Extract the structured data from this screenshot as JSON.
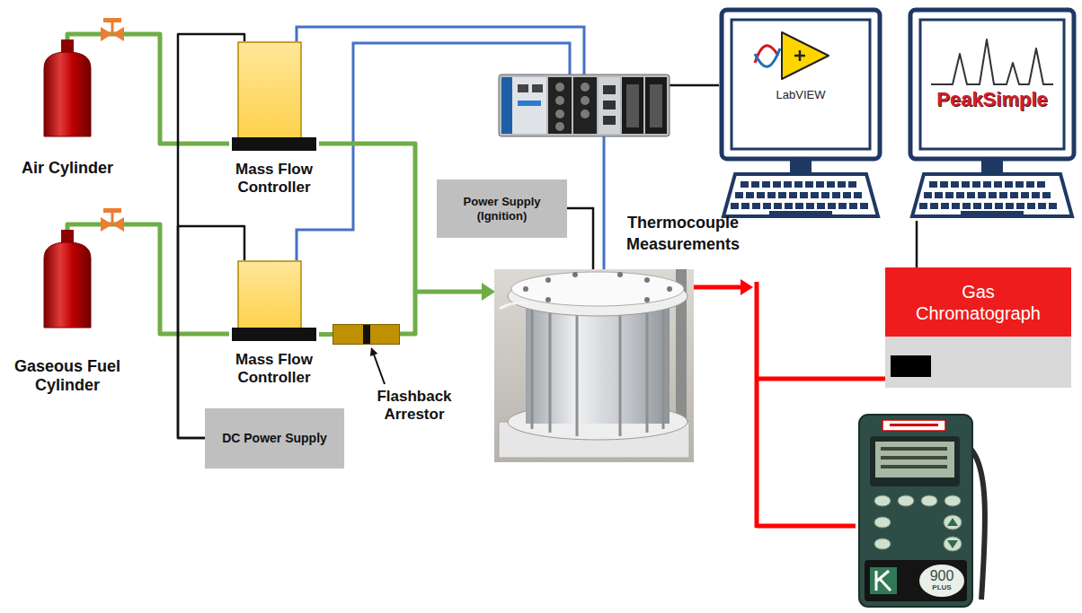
{
  "diagram": {
    "nodes": [
      {
        "text": [
          "Air Cylinder"
        ]
      },
      {
        "text": [
          "Mass Flow Controller"
        ]
      },
      {
        "text": [
          "LabVIEW"
        ]
      },
      {
        "text": [
          "PeakSimple"
        ]
      },
      {
        "text": [
          "Power Supply (Ignition)"
        ]
      },
      {
        "text": [
          "Gaseous Fuel Cylinder"
        ]
      },
      {
        "text": [
          "Mass Flow Controller"
        ]
      },
      {
        "text": [
          "Flashback Arrestor"
        ]
      },
      {
        "text": [
          "Gas Chromatograph"
        ]
      },
      {
        "text": [
          "DC Power Supply"
        ]
      },
      {
        "text": [
          "900",
          "PLUS"
        ]
      }
    ],
    "edges": [
      {
        "from": 0,
        "to": 1,
        "arrow": "none"
      },
      {
        "from": 5,
        "to": 6,
        "arrow": "none"
      },
      {
        "from": 6,
        "to": 7,
        "arrow": "none"
      },
      {
        "from": 9,
        "to": 1,
        "arrow": "none"
      },
      {
        "from": 9,
        "to": 6,
        "arrow": "none"
      },
      {
        "from": 3,
        "to": 8,
        "arrow": "none"
      }
    ],
    "labels": [
      "Thermocouple Measurements"
    ]
  }
}
